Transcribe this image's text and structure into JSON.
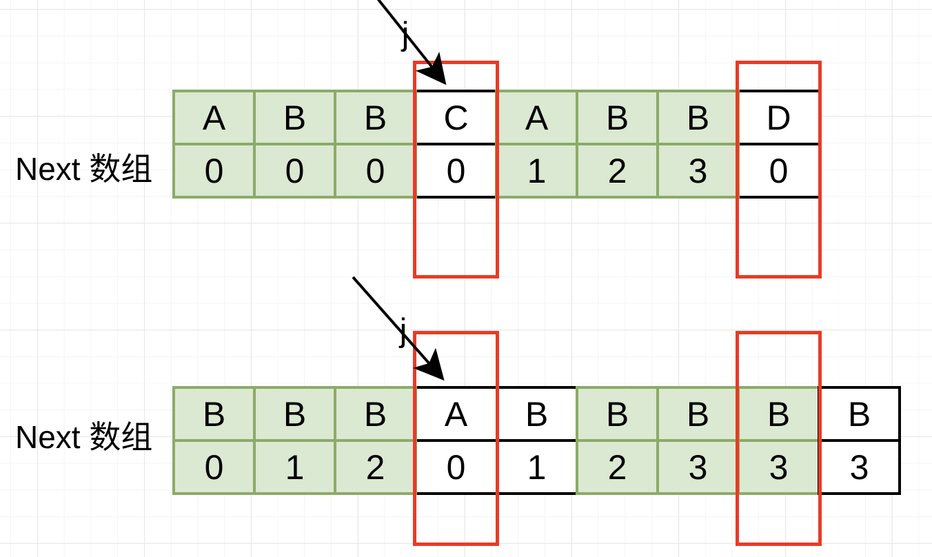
{
  "colors": {
    "green_cell_fill": "#dbe8d2",
    "green_cell_border": "#8cab67",
    "white_cell_fill": "#ffffff",
    "black_border": "#000000",
    "highlight_red": "#e93b25"
  },
  "top_diagram": {
    "label": "Next 数组",
    "pointer_label": "j",
    "cells": [
      {
        "letter": "A",
        "value": "0",
        "style": "green"
      },
      {
        "letter": "B",
        "value": "0",
        "style": "green"
      },
      {
        "letter": "B",
        "value": "0",
        "style": "green"
      },
      {
        "letter": "C",
        "value": "0",
        "style": "white",
        "highlighted": true
      },
      {
        "letter": "A",
        "value": "1",
        "style": "green"
      },
      {
        "letter": "B",
        "value": "2",
        "style": "green"
      },
      {
        "letter": "B",
        "value": "3",
        "style": "green"
      },
      {
        "letter": "D",
        "value": "0",
        "style": "white",
        "highlighted": true
      }
    ]
  },
  "bottom_diagram": {
    "label": "Next 数组",
    "pointer_label": "j",
    "cells": [
      {
        "letter": "B",
        "value": "0",
        "style": "green"
      },
      {
        "letter": "B",
        "value": "1",
        "style": "green"
      },
      {
        "letter": "B",
        "value": "2",
        "style": "green"
      },
      {
        "letter": "A",
        "value": "0",
        "style": "white",
        "highlighted": true
      },
      {
        "letter": "B",
        "value": "1",
        "style": "white"
      },
      {
        "letter": "B",
        "value": "2",
        "style": "green"
      },
      {
        "letter": "B",
        "value": "3",
        "style": "green"
      },
      {
        "letter": "B",
        "value": "3",
        "style": "green",
        "highlighted": true
      },
      {
        "letter": "B",
        "value": "3",
        "style": "white-boxed"
      }
    ]
  }
}
